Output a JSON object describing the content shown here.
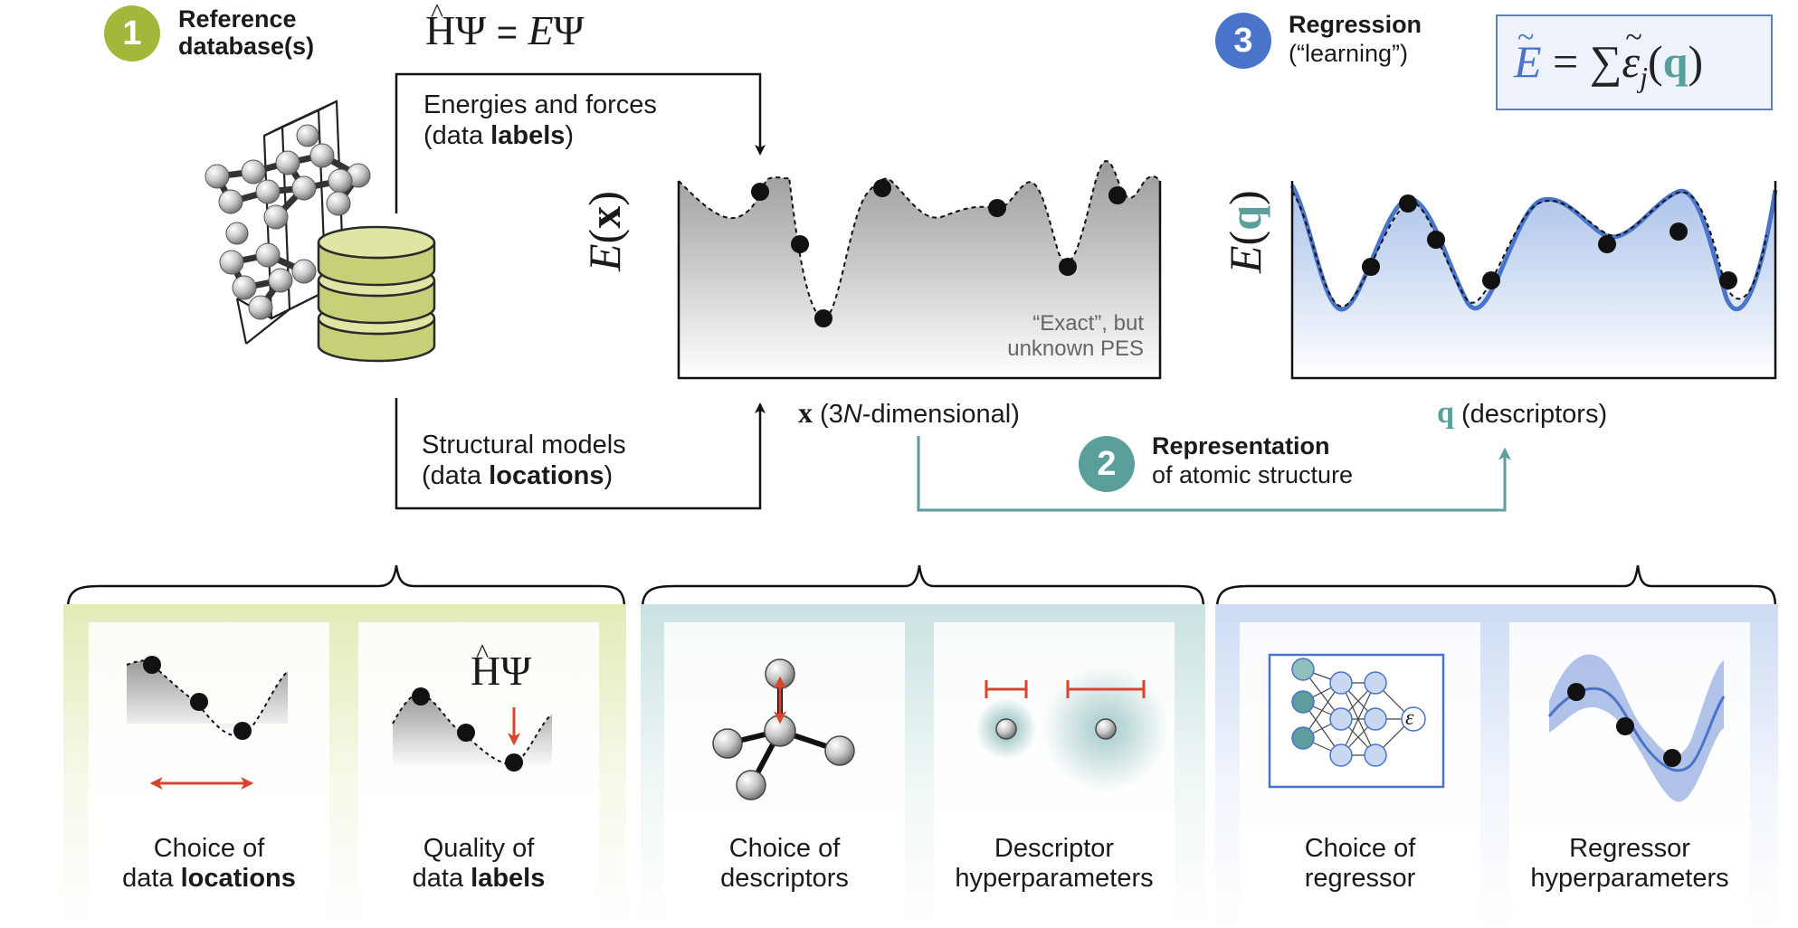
{
  "header": {
    "step1": {
      "number": "1",
      "title_line1": "Reference",
      "title_line2": "database(s)",
      "color": "#a3b83a"
    },
    "step2": {
      "number": "2",
      "title": "Representation",
      "subtitle": "of atomic structure",
      "color": "#5a9f9c"
    },
    "step3": {
      "number": "3",
      "title": "Regression",
      "subtitle": "(“learning”)",
      "color": "#4a74c9"
    }
  },
  "schrodinger": {
    "H": "H",
    "psi1": "Ψ",
    "equals": "=",
    "E": "E",
    "psi2": "Ψ"
  },
  "regression_formula": {
    "E": "E",
    "equals": "=",
    "sum": "∑",
    "eps": "ε",
    "sub": "j",
    "open": "(",
    "q": "q",
    "close": ")"
  },
  "arrows": {
    "energies_line1": "Energies and forces",
    "energies_line2_prefix": "(data ",
    "energies_line2_bold": "labels",
    "energies_line2_suffix": ")",
    "structural_line1": "Structural models",
    "structural_line2_prefix": "(data ",
    "structural_line2_bold": "locations",
    "structural_line2_suffix": ")"
  },
  "pes_plot": {
    "ylabel_E": "E",
    "ylabel_x": "x",
    "note_line1": "“Exact”, but",
    "note_line2": "unknown PES",
    "xlabel_symbol": "x",
    "xlabel_prefix": " (3",
    "xlabel_N": "N",
    "xlabel_suffix": "-dimensional)"
  },
  "fit_plot": {
    "ylabel_E": "E",
    "ylabel_q": "q",
    "xlabel_symbol": "q",
    "xlabel_text": " (descriptors)"
  },
  "panels": [
    {
      "line1": "Choice of",
      "line2_prefix": "data ",
      "line2_bold": "locations"
    },
    {
      "line1": "Quality of",
      "line2_prefix": "data ",
      "line2_bold": "labels"
    },
    {
      "line1": "Choice of",
      "line2_prefix": "descriptors",
      "line2_bold": ""
    },
    {
      "line1": "Descriptor",
      "line2_prefix": "hyperparameters",
      "line2_bold": ""
    },
    {
      "line1": "Choice of",
      "line2_prefix": "regressor",
      "line2_bold": ""
    },
    {
      "line1": "Regressor",
      "line2_prefix": "hyperparameters",
      "line2_bold": ""
    }
  ],
  "panel2_formula": {
    "H": "H",
    "psi": "Ψ"
  },
  "nn_output_symbol": "ε",
  "colors": {
    "yellow_accent": "#a3b83a",
    "teal_accent": "#5a9f9c",
    "blue_accent": "#4a74c9",
    "red_arrow": "#d9442e",
    "db_green": "#cfd98a"
  }
}
